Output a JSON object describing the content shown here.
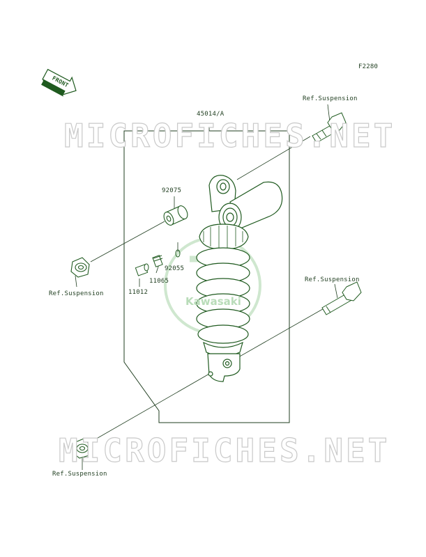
{
  "diagram_id": "F2280",
  "assembly_label": "45014/A",
  "front_label": "FRONT",
  "watermark": "MICROFICHES.NET",
  "brand_logo_text": "Kawasaki",
  "parts": [
    {
      "id": "ref-top-right",
      "label": "Ref.Suspension"
    },
    {
      "id": "ref-left-nut",
      "label": "Ref.Suspension"
    },
    {
      "id": "ref-mid-right",
      "label": "Ref.Suspension"
    },
    {
      "id": "ref-bottom-left",
      "label": "Ref.Suspension"
    },
    {
      "id": "92075",
      "label": "92075"
    },
    {
      "id": "92055",
      "label": "92055"
    },
    {
      "id": "11065",
      "label": "11065"
    },
    {
      "id": "11012",
      "label": "11012"
    }
  ],
  "colors": {
    "line": "#1f5a1f",
    "watermark_stroke": "#c9c9c9",
    "logo": "#a8d4a8"
  }
}
